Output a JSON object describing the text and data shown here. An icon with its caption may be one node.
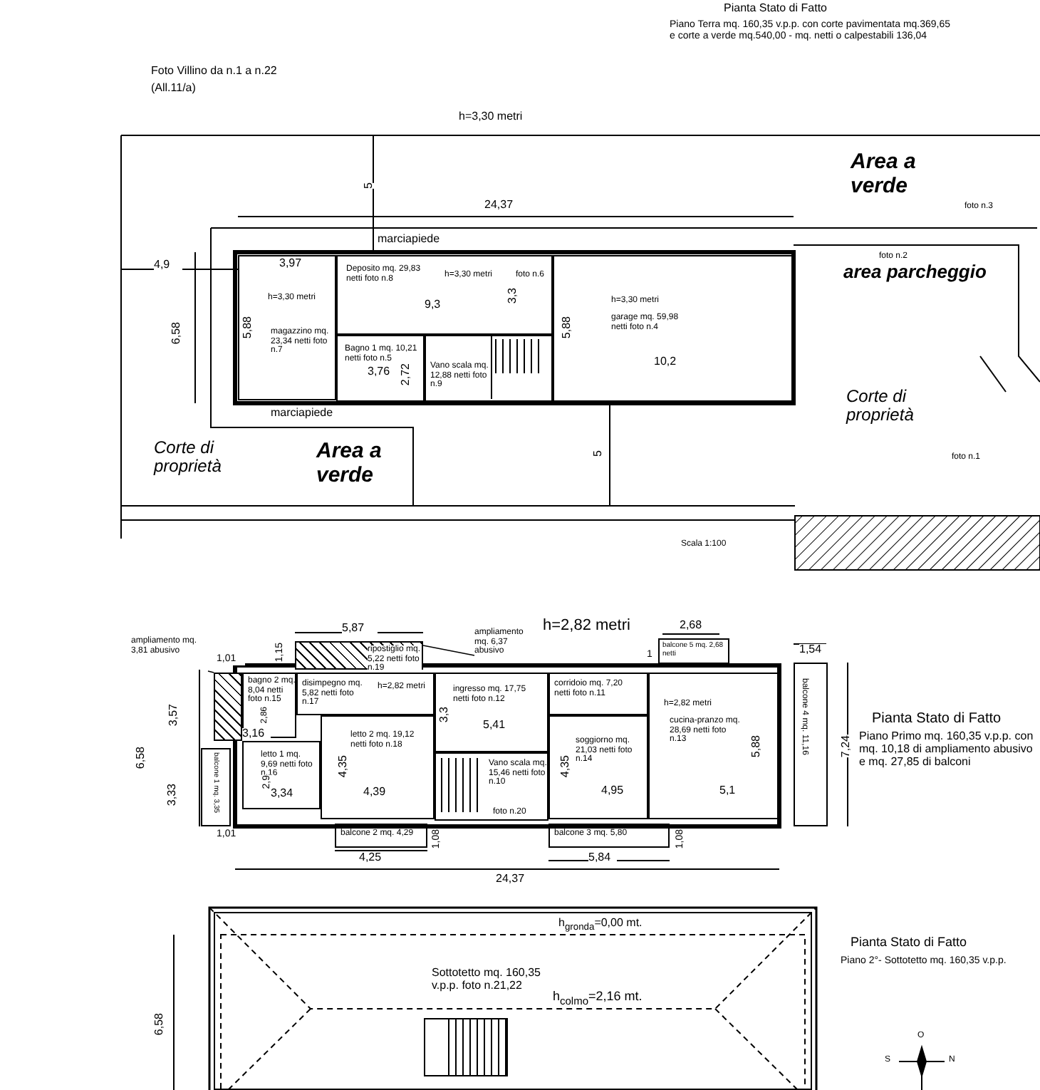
{
  "diagram": {
    "nodes": [
      {
        "text": [
          "h=3,30 metri",
          "magazzino mq. 23,34 netti foto n.7"
        ]
      },
      {
        "text": [
          "Deposito mq. 29,83 netti foto n.8",
          "h=3,30 metri",
          "foto n.6"
        ]
      },
      {
        "text": [
          "Bagno 1 mq. 10,21 netti foto n.5"
        ]
      },
      {
        "text": [
          "Vano scala mq. 12,88 netti foto n.9"
        ]
      },
      {
        "text": [
          "h=3,30 metri",
          "garage mq. 59,98 netti foto n.4"
        ]
      },
      {
        "text": [
          "ampliamento mq. 3,81 abusivo"
        ]
      },
      {
        "text": [],
        "shape": "box"
      },
      {
        "text": [
          "ripostiglio mq. 5,22 netti foto n.19"
        ]
      },
      {
        "text": [
          "ampliamento mq. 6,37 abusivo"
        ]
      },
      {
        "text": [
          "bagno 2 mq. 8,04 netti foto n.15"
        ]
      },
      {
        "text": [
          "disimpegno mq. 5,82 netti foto n.17",
          "h=2,82 metri"
        ]
      },
      {
        "text": [
          "ingresso mq. 17,75 netti foto n.12"
        ]
      },
      {
        "text": [
          "corridoio mq. 7,20 netti foto n.11"
        ]
      },
      {
        "text": [
          "balcone 5 mq. 2,68 netti"
        ]
      },
      {
        "text": [
          "balcone 1 mq. 3,35"
        ]
      },
      {
        "text": [
          "letto 1 mq. 9,69 netti foto n.16"
        ]
      },
      {
        "text": [
          "letto 2 mq. 19,12 netti foto n.18"
        ]
      },
      {
        "text": [
          "Vano scala mq. 15,46 netti foto n.10",
          "foto n.20"
        ]
      },
      {
        "text": [
          "soggiorno mq. 21,03 netti foto n.14"
        ]
      },
      {
        "text": [
          "h=2,82 metri",
          "cucina-pranzo mq. 28,69 netti foto n.13"
        ]
      },
      {
        "text": [
          "balcone 4 mq. 11,16"
        ]
      },
      {
        "text": [
          "balcone 2 mq. 4,29"
        ]
      },
      {
        "text": [
          "balcone 3 mq. 5,80"
        ]
      },
      {
        "text": [
          "Sottotetto mq. 160,35 v.p.p. foto n.21,22"
        ]
      }
    ],
    "edges": [
      {
        "from": 5,
        "to": 6,
        "arrow": "none"
      },
      {
        "from": 8,
        "to": 7,
        "arrow": "none"
      }
    ],
    "labels": [
      "Foto Villino da n.1 a n.22",
      "(All.11/a)",
      "Pianta Stato di Fatto",
      "Piano Terra mq. 160,35 v.p.p. con corte pavimentata mq.369,65 e corte a verde mq.540,00 - mq. netti o calpestabili 136,04",
      "h=3,30 metri",
      "Area a verde",
      "foto n.3",
      "foto n.2",
      "area parcheggio",
      "Corte di proprietà",
      "foto n.1",
      "Corte di proprietà",
      "Area a verde",
      "marciapiede",
      "marciapiede",
      "24,37",
      "5",
      "5",
      "4,9",
      "6,58",
      "3,97",
      "5,88",
      "9,3",
      "3,3",
      "2,72",
      "3,76",
      "5,88",
      "10,2",
      "Scala 1:100",
      "5,87",
      "h=2,82 metri",
      "1,15",
      "2,68",
      "1",
      "1,54",
      "1,01",
      "3,57",
      "6,58",
      "3,33",
      "3,16",
      "2,86",
      "2,9",
      "3,34",
      "4,35",
      "4,39",
      "3,3",
      "5,41",
      "4,35",
      "4,95",
      "5,1",
      "5,88",
      "7,24",
      "1,01",
      "1,08",
      "4,25",
      "1,08",
      "5,84",
      "24,37",
      "Pianta Stato di Fatto",
      "Piano Primo mq. 160,35 v.p.p. con mq. 10,18 di ampliamento abusivo e mq. 27,85 di balconi",
      "h$_{gronda}$=0,00 mt.",
      "h$_{colmo}$=2,16 mt.",
      "6,58",
      "Pianta Stato di Fatto",
      "Piano 2°- Sottotetto mq. 160,35 v.p.p.",
      "O",
      "S",
      "N"
    ]
  }
}
